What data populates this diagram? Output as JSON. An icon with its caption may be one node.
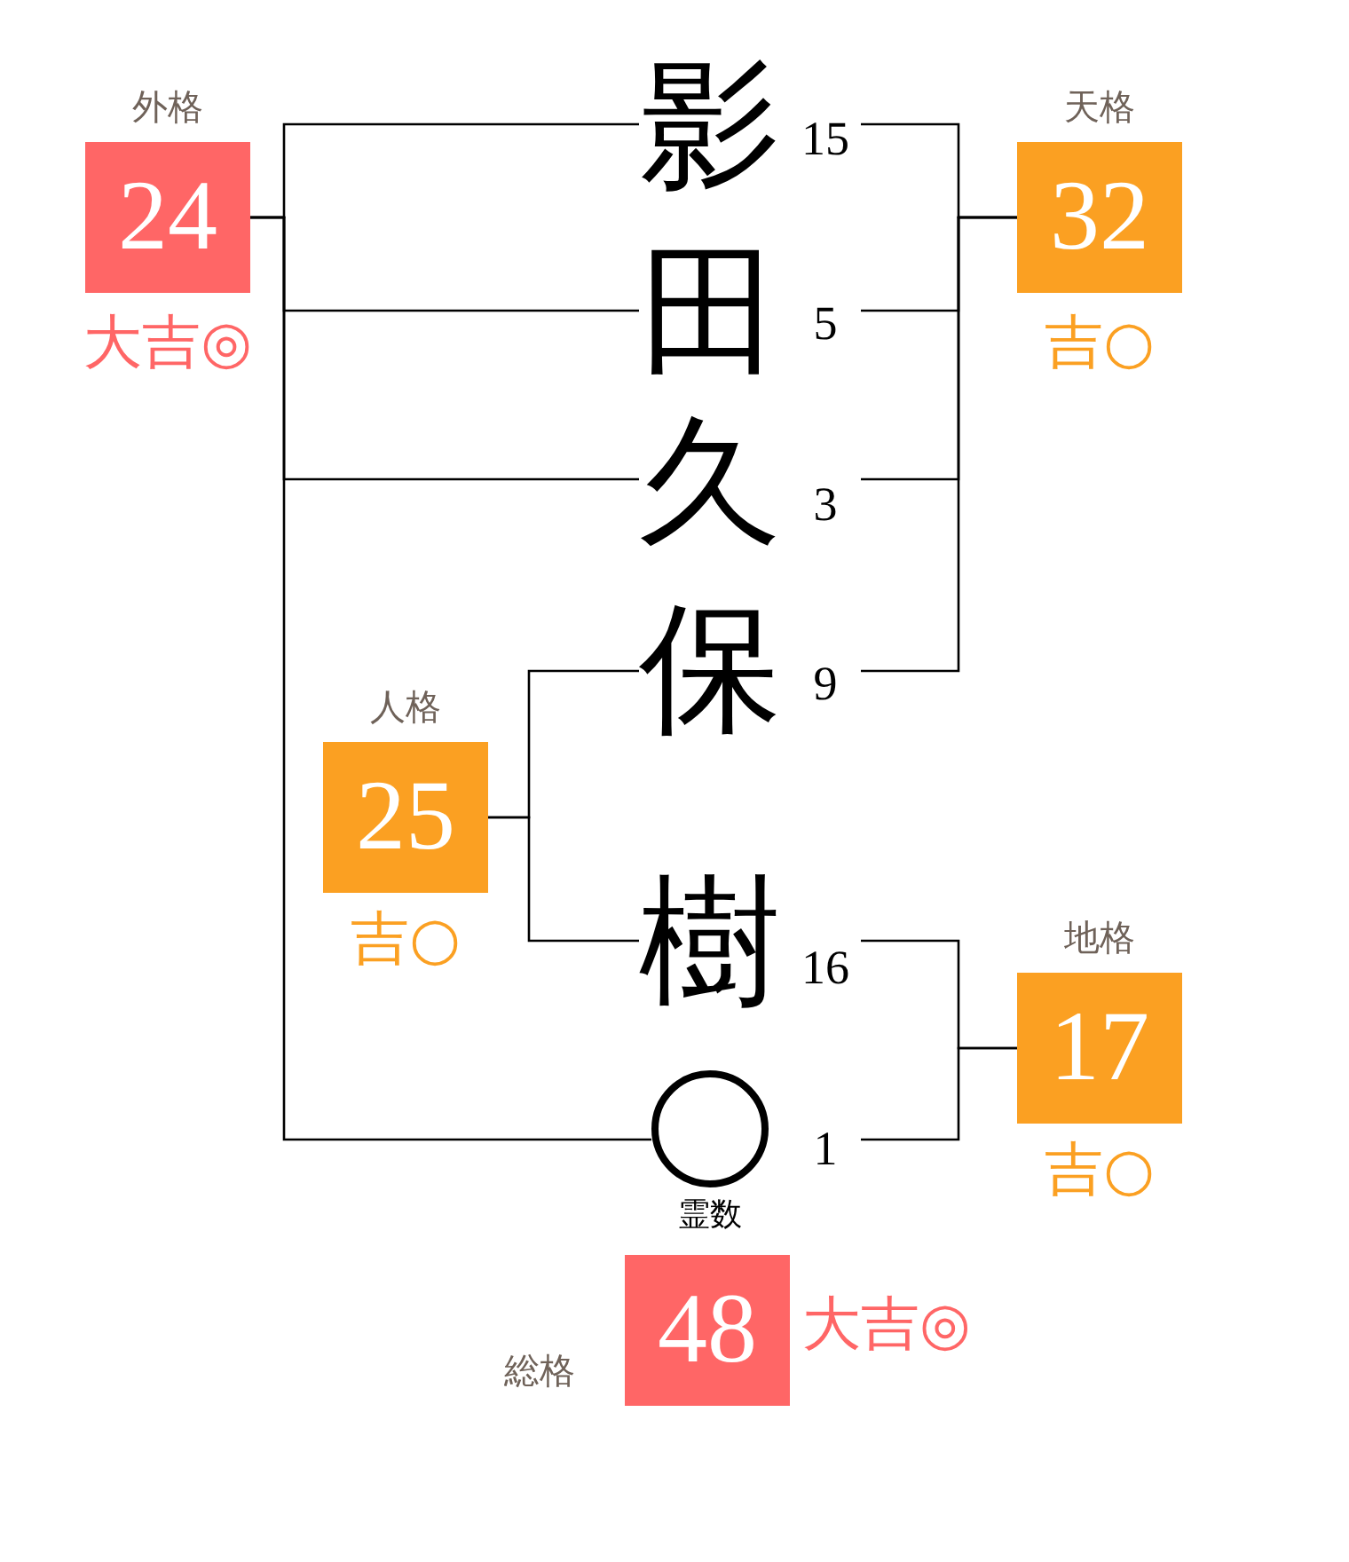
{
  "diagram": {
    "nodes": [
      {
        "text": [
          "外格",
          "24"
        ],
        "beside": [
          "大吉◎"
        ]
      },
      {
        "text": [
          "影"
        ],
        "beside": [
          "15"
        ]
      },
      {
        "text": [
          "天格",
          "32"
        ],
        "beside": [
          "吉○"
        ]
      },
      {
        "text": [
          "田"
        ],
        "beside": [
          "5"
        ]
      },
      {
        "text": [
          "久"
        ],
        "beside": [
          "3"
        ]
      },
      {
        "text": [
          "保"
        ],
        "beside": [
          "9"
        ]
      },
      {
        "text": [
          "人格",
          "25"
        ],
        "beside": [
          "吉○"
        ]
      },
      {
        "text": [
          "樹"
        ],
        "beside": [
          "16"
        ]
      },
      {
        "text": [
          "地格",
          "17"
        ],
        "beside": [
          "吉○"
        ]
      },
      {
        "text": [],
        "shape": "circle",
        "beside": [
          "1",
          "霊数"
        ]
      },
      {
        "text": [
          "総格",
          "48"
        ],
        "beside": [
          "大吉◎"
        ]
      }
    ],
    "edges": [
      {
        "from": 0,
        "to": 1,
        "arrow": "none"
      },
      {
        "from": 0,
        "to": 3,
        "arrow": "none"
      },
      {
        "from": 0,
        "to": 4,
        "arrow": "none"
      },
      {
        "from": 0,
        "to": 9,
        "arrow": "none"
      },
      {
        "from": 2,
        "to": 1,
        "arrow": "none"
      },
      {
        "from": 2,
        "to": 3,
        "arrow": "none"
      },
      {
        "from": 2,
        "to": 4,
        "arrow": "none"
      },
      {
        "from": 2,
        "to": 5,
        "arrow": "none"
      },
      {
        "from": 6,
        "to": 5,
        "arrow": "none"
      },
      {
        "from": 6,
        "to": 7,
        "arrow": "none"
      },
      {
        "from": 8,
        "to": 7,
        "arrow": "none"
      },
      {
        "from": 8,
        "to": 9,
        "arrow": "none"
      }
    ]
  }
}
